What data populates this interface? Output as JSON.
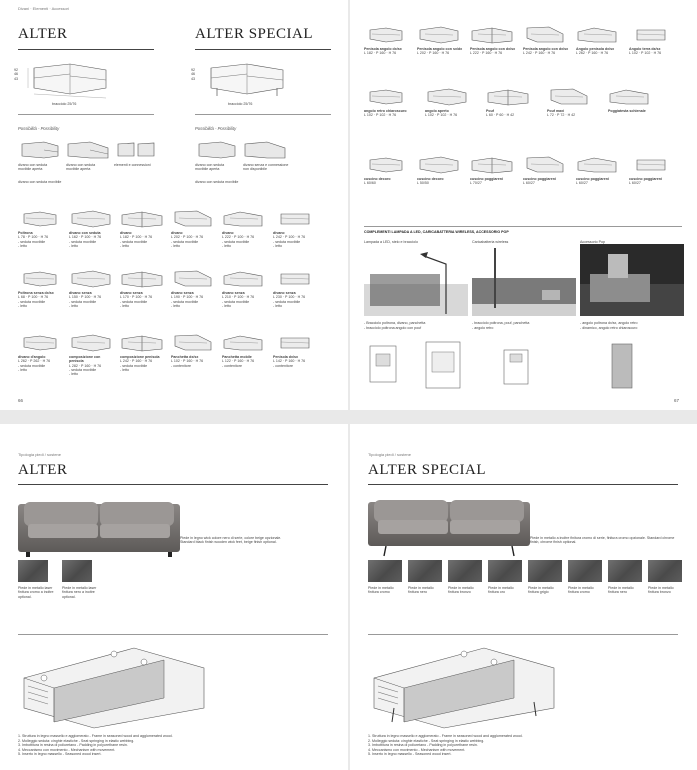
{
  "page_66": {
    "category": "Divani · Elementi · Accessori",
    "title_alter": "ALTER",
    "title_special": "ALTER SPECIAL",
    "dims_a": [
      "92",
      "46",
      "43"
    ],
    "dims_b": [
      "92",
      "46",
      "43"
    ],
    "seat_note_a": "bracciolo 25/76",
    "seat_note_b": "bracciolo 25/76",
    "possibilities_a": "Possibilità - Possibility",
    "possibilities_b": "Possibilità - Possibility",
    "mech_a": [
      {
        "label": "divano con seduta",
        "sub": "movibile aperta"
      },
      {
        "label": "divano con seduta",
        "sub": "movibile aperta"
      },
      {
        "label": "elementi e connessioni",
        "sub": ""
      }
    ],
    "mech_b": [
      {
        "label": "divano con seduta",
        "sub": "movibile aperta"
      },
      {
        "label": "divano senza e connessione",
        "sub": "non disponibile"
      }
    ],
    "mech_note_a": "divano con seduta movibile",
    "mech_note_b": "divano con seduta movibile",
    "row1": [
      {
        "name": "Poltrona",
        "dims": "L 78 · P 100 · H 76",
        "a": "- seduta movibile",
        "b": "- letto"
      },
      {
        "name": "divano con seduta",
        "dims": "L 162 · P 100 · H 76",
        "a": "- seduta movibile",
        "b": "- letto"
      },
      {
        "name": "divano",
        "dims": "L 182 · P 100 · H 76",
        "a": "- seduta movibile",
        "b": "- letto"
      },
      {
        "name": "divano",
        "dims": "L 202 · P 100 · H 76",
        "a": "- seduta movibile",
        "b": "- letto"
      },
      {
        "name": "divano",
        "dims": "L 222 · P 100 · H 76",
        "a": "- seduta movibile",
        "b": "- letto"
      },
      {
        "name": "divano",
        "dims": "L 242 · P 100 · H 76",
        "a": "- seduta movibile",
        "b": "- letto"
      }
    ],
    "row2": [
      {
        "name": "Poltrona senza dx/sx",
        "dims": "L 68 · P 100 · H 76",
        "a": "- seduta movibile",
        "b": "- letto"
      },
      {
        "name": "divano senza",
        "dims": "L 150 · P 100 · H 76",
        "a": "- seduta movibile",
        "b": "- letto"
      },
      {
        "name": "divano senza",
        "dims": "L 170 · P 100 · H 76",
        "a": "- seduta movibile",
        "b": "- letto"
      },
      {
        "name": "divano senza",
        "dims": "L 190 · P 100 · H 76",
        "a": "- seduta movibile",
        "b": "- letto"
      },
      {
        "name": "divano senza",
        "dims": "L 210 · P 100 · H 76",
        "a": "- seduta movibile",
        "b": "- letto"
      },
      {
        "name": "divano senza",
        "dims": "L 230 · P 100 · H 76",
        "a": "- seduta movibile",
        "b": "- letto"
      }
    ],
    "row3": [
      {
        "name": "divano d'angolo",
        "dims": "L 262 · P 262 · H 76",
        "a": "- seduta movibile",
        "b": "- letto"
      },
      {
        "name": "composizione con penisola",
        "dims": "L 282 · P 160 · H 76",
        "a": "- seduta movibile",
        "b": "- letto"
      },
      {
        "name": "composizione penisola",
        "dims": "L 242 · P 160 · H 76",
        "a": "- seduta movibile",
        "b": "- letto"
      },
      {
        "name": "Panchetta dx/sx",
        "dims": "L 102 · P 160 · H 76",
        "a": "- contenitore",
        "b": ""
      },
      {
        "name": "Panchetta mobile",
        "dims": "L 122 · P 160 · H 76",
        "a": "- contenitore",
        "b": ""
      },
      {
        "name": "Penisola dx/sx",
        "dims": "L 142 · P 160 · H 76",
        "a": "- contenitore",
        "b": ""
      }
    ],
    "page_number": "66"
  },
  "page_67": {
    "top": [
      {
        "name": "Penisola angolo dx/sx",
        "dims": "L 182 · P 160 · H 76"
      },
      {
        "name": "Penisola angolo con sx/dx",
        "dims": "L 202 · P 160 · H 76"
      },
      {
        "name": "Penisola angolo con dx/sx",
        "dims": "L 222 · P 160 · H 76"
      },
      {
        "name": "Penisola angolo con dx/sx",
        "dims": "L 242 · P 160 · H 76"
      },
      {
        "name": "Angolo penisola dx/sx",
        "dims": "L 262 · P 160 · H 76"
      },
      {
        "name": "Angolo terra dx/sx",
        "dims": "L 102 · P 102 · H 76"
      }
    ],
    "mid": [
      {
        "name": "angolo retro chiaroscuro",
        "dims": "L 102 · P 102 · H 76"
      },
      {
        "name": "angolo aperto",
        "dims": "L 102 · P 102 · H 76"
      },
      {
        "name": "Pouf",
        "dims": "L 60 · P 60 · H 42"
      },
      {
        "name": "Pouf maxi",
        "dims": "L 72 · P 72 · H 42"
      },
      {
        "name": "Poggiatesta schienale",
        "dims": ""
      }
    ],
    "cushions": [
      {
        "name": "cuscino decoro",
        "dims": "L 60/60"
      },
      {
        "name": "cuscino decoro",
        "dims": "L 50/50"
      },
      {
        "name": "cuscino poggiareni",
        "dims": "L 70/27"
      },
      {
        "name": "cuscino poggiareni",
        "dims": "L 60/27"
      },
      {
        "name": "cuscino poggiareni",
        "dims": "L 60/27"
      },
      {
        "name": "cuscino poggiareni",
        "dims": "L 60/27"
      }
    ],
    "complement_title": "COMPLEMENTI LAMPADA A LED, CARICABATTERIA WIRELESS, ACCESSORIO POP",
    "lamp_cols": [
      {
        "head": "Lampada a LED, stelo e bracciolo",
        "body": "- Bracciolo poltrona, divano, panchetta",
        "body2": "- bracciolo poltrona angolo con pouf"
      },
      {
        "head": "Caricabatteria wireless",
        "body": "- bracciolo poltrona, pouf, panchetta",
        "body2": "- angolo retro"
      },
      {
        "head": "Accessorio Pop",
        "body": "- angolo poltrona dx/sx, angolo retro",
        "body2": "- dinamico, angolo retro chiaroscuro"
      }
    ],
    "page_number": "67"
  },
  "page_3": {
    "category": "Tipologia piedi / sostene",
    "title": "ALTER",
    "sofa_caption": "Piede in legno wick colore nero di serie, colore beige opzionale. Standard black finish wooden wick feet, beige finish optional.",
    "swatches": [
      {
        "text": "Piede in metallo laser finitura cromo a inoltre optional."
      },
      {
        "text": "Piede in metallo laser finitura nero a inoltre optional."
      }
    ],
    "legend": [
      "1. Struttura in legno massello e agglomerato - Frame in seasoned wood and agglomerated wood.",
      "2. Molleggio seduta: cinghie elastiche - Seat springing in elastic webbing.",
      "3. Imbottitura in resina di poliuretano - Padding in polyurethane resin.",
      "4. Meccanismo con movimento - Mechanism with movement.",
      "5. Inserto in legno massello - Seasoned wood insert."
    ]
  },
  "page_4": {
    "category": "Tipologia piedi / sostene",
    "title": "ALTER SPECIAL",
    "sofa_caption": "Piede in metallo a inoltre finitura cromo di serie, finitura cromo opzionale. Standard chrome finish, chrome finish optional.",
    "swatches": [
      {
        "text": "Piede in metallo finitura cromo"
      },
      {
        "text": "Piede in metallo finitura nero"
      },
      {
        "text": "Piede in metallo finitura bronzo"
      },
      {
        "text": "Piede in metallo finitura oro"
      },
      {
        "text": "Piede in metallo finitura grigio"
      },
      {
        "text": "Piede in metallo finitura cromo"
      },
      {
        "text": "Piede in metallo finitura nero"
      },
      {
        "text": "Piede in metallo finitura bronzo"
      }
    ],
    "legend": [
      "1. Struttura in legno massello e agglomerato - Frame in seasoned wood and agglomerated wood.",
      "2. Molleggio seduta: cinghie elastiche - Seat springing in elastic webbing.",
      "3. Imbottitura in resina di poliuretano - Padding in polyurethane resin.",
      "4. Meccanismo con movimento - Mechanism with movement.",
      "5. Inserto in legno massello - Seasoned wood insert."
    ]
  }
}
